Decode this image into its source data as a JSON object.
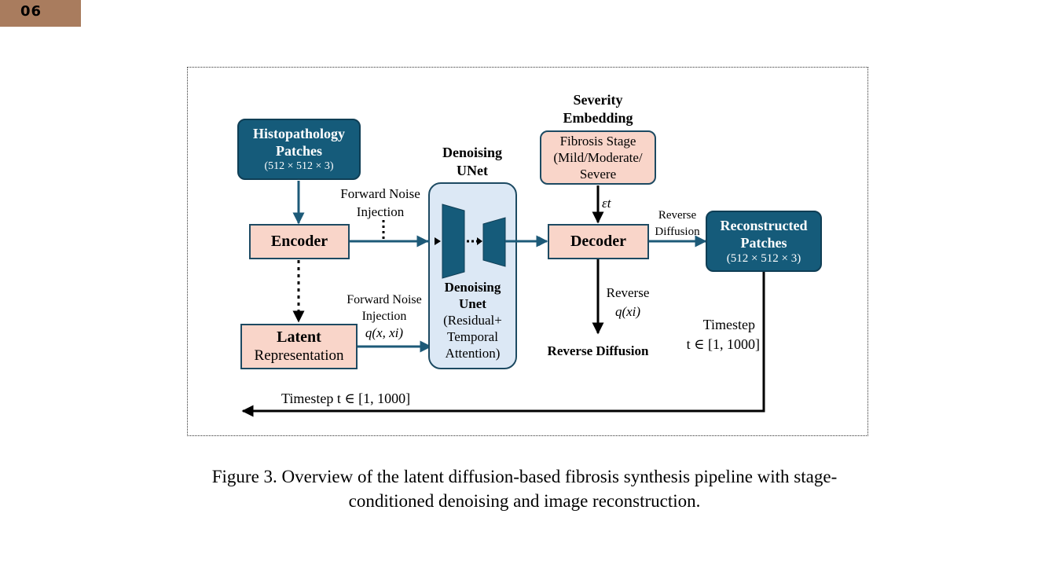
{
  "badge": "06",
  "colors": {
    "dark_box": "#155b7a",
    "pink_box": "#f9d5c9",
    "unet_bg": "#dce8f5",
    "arrow": "#1d5a78",
    "badge": "#a97c5e"
  },
  "nodes": {
    "histo": {
      "title_l1": "Histopathology",
      "title_l2": "Patches",
      "dims": "(512 × 512 × 3)"
    },
    "encoder": {
      "label": "Encoder"
    },
    "latent": {
      "l1": "Latent",
      "l2": "Representation"
    },
    "unet": {
      "header_l1": "Denoising",
      "header_l2": "UNet",
      "l1": "Denoising",
      "l2": "Unet",
      "l3": "(Residual+",
      "l4": "Temporal",
      "l5": "Attention)"
    },
    "severity": {
      "header_l1": "Severity",
      "header_l2": "Embedding",
      "l1": "Fibrosis Stage",
      "l2": "(Mild/Moderate/",
      "l3": "Severe"
    },
    "decoder": {
      "label": "Decoder"
    },
    "recon": {
      "title_l1": "Reconstructed",
      "title_l2": "Patches",
      "dims": "(512 × 512 × 3)"
    }
  },
  "labels": {
    "fwd1_l1": "Forward Noise",
    "fwd1_l2": "Injection",
    "fwd2_l1": "Forward Noise",
    "fwd2_l2": "Injection",
    "fwd2_l3": "q(x, xi)",
    "eps": "εt",
    "rev_l1": "Reverse",
    "rev_l2": "Diffusion",
    "rev_q_l1": "Reverse",
    "rev_q_l2": "q(xi)",
    "rev_diff": "Reverse Diffusion",
    "timestep_l1": "Timestep",
    "timestep_l2": "t ∈ [1, 1000]",
    "timestep_bottom": "Timestep t ∈ [1, 1000]"
  },
  "caption": {
    "l1": "Figure 3. Overview of the latent diffusion-based fibrosis synthesis pipeline with stage-",
    "l2": "conditioned denoising and image reconstruction."
  }
}
